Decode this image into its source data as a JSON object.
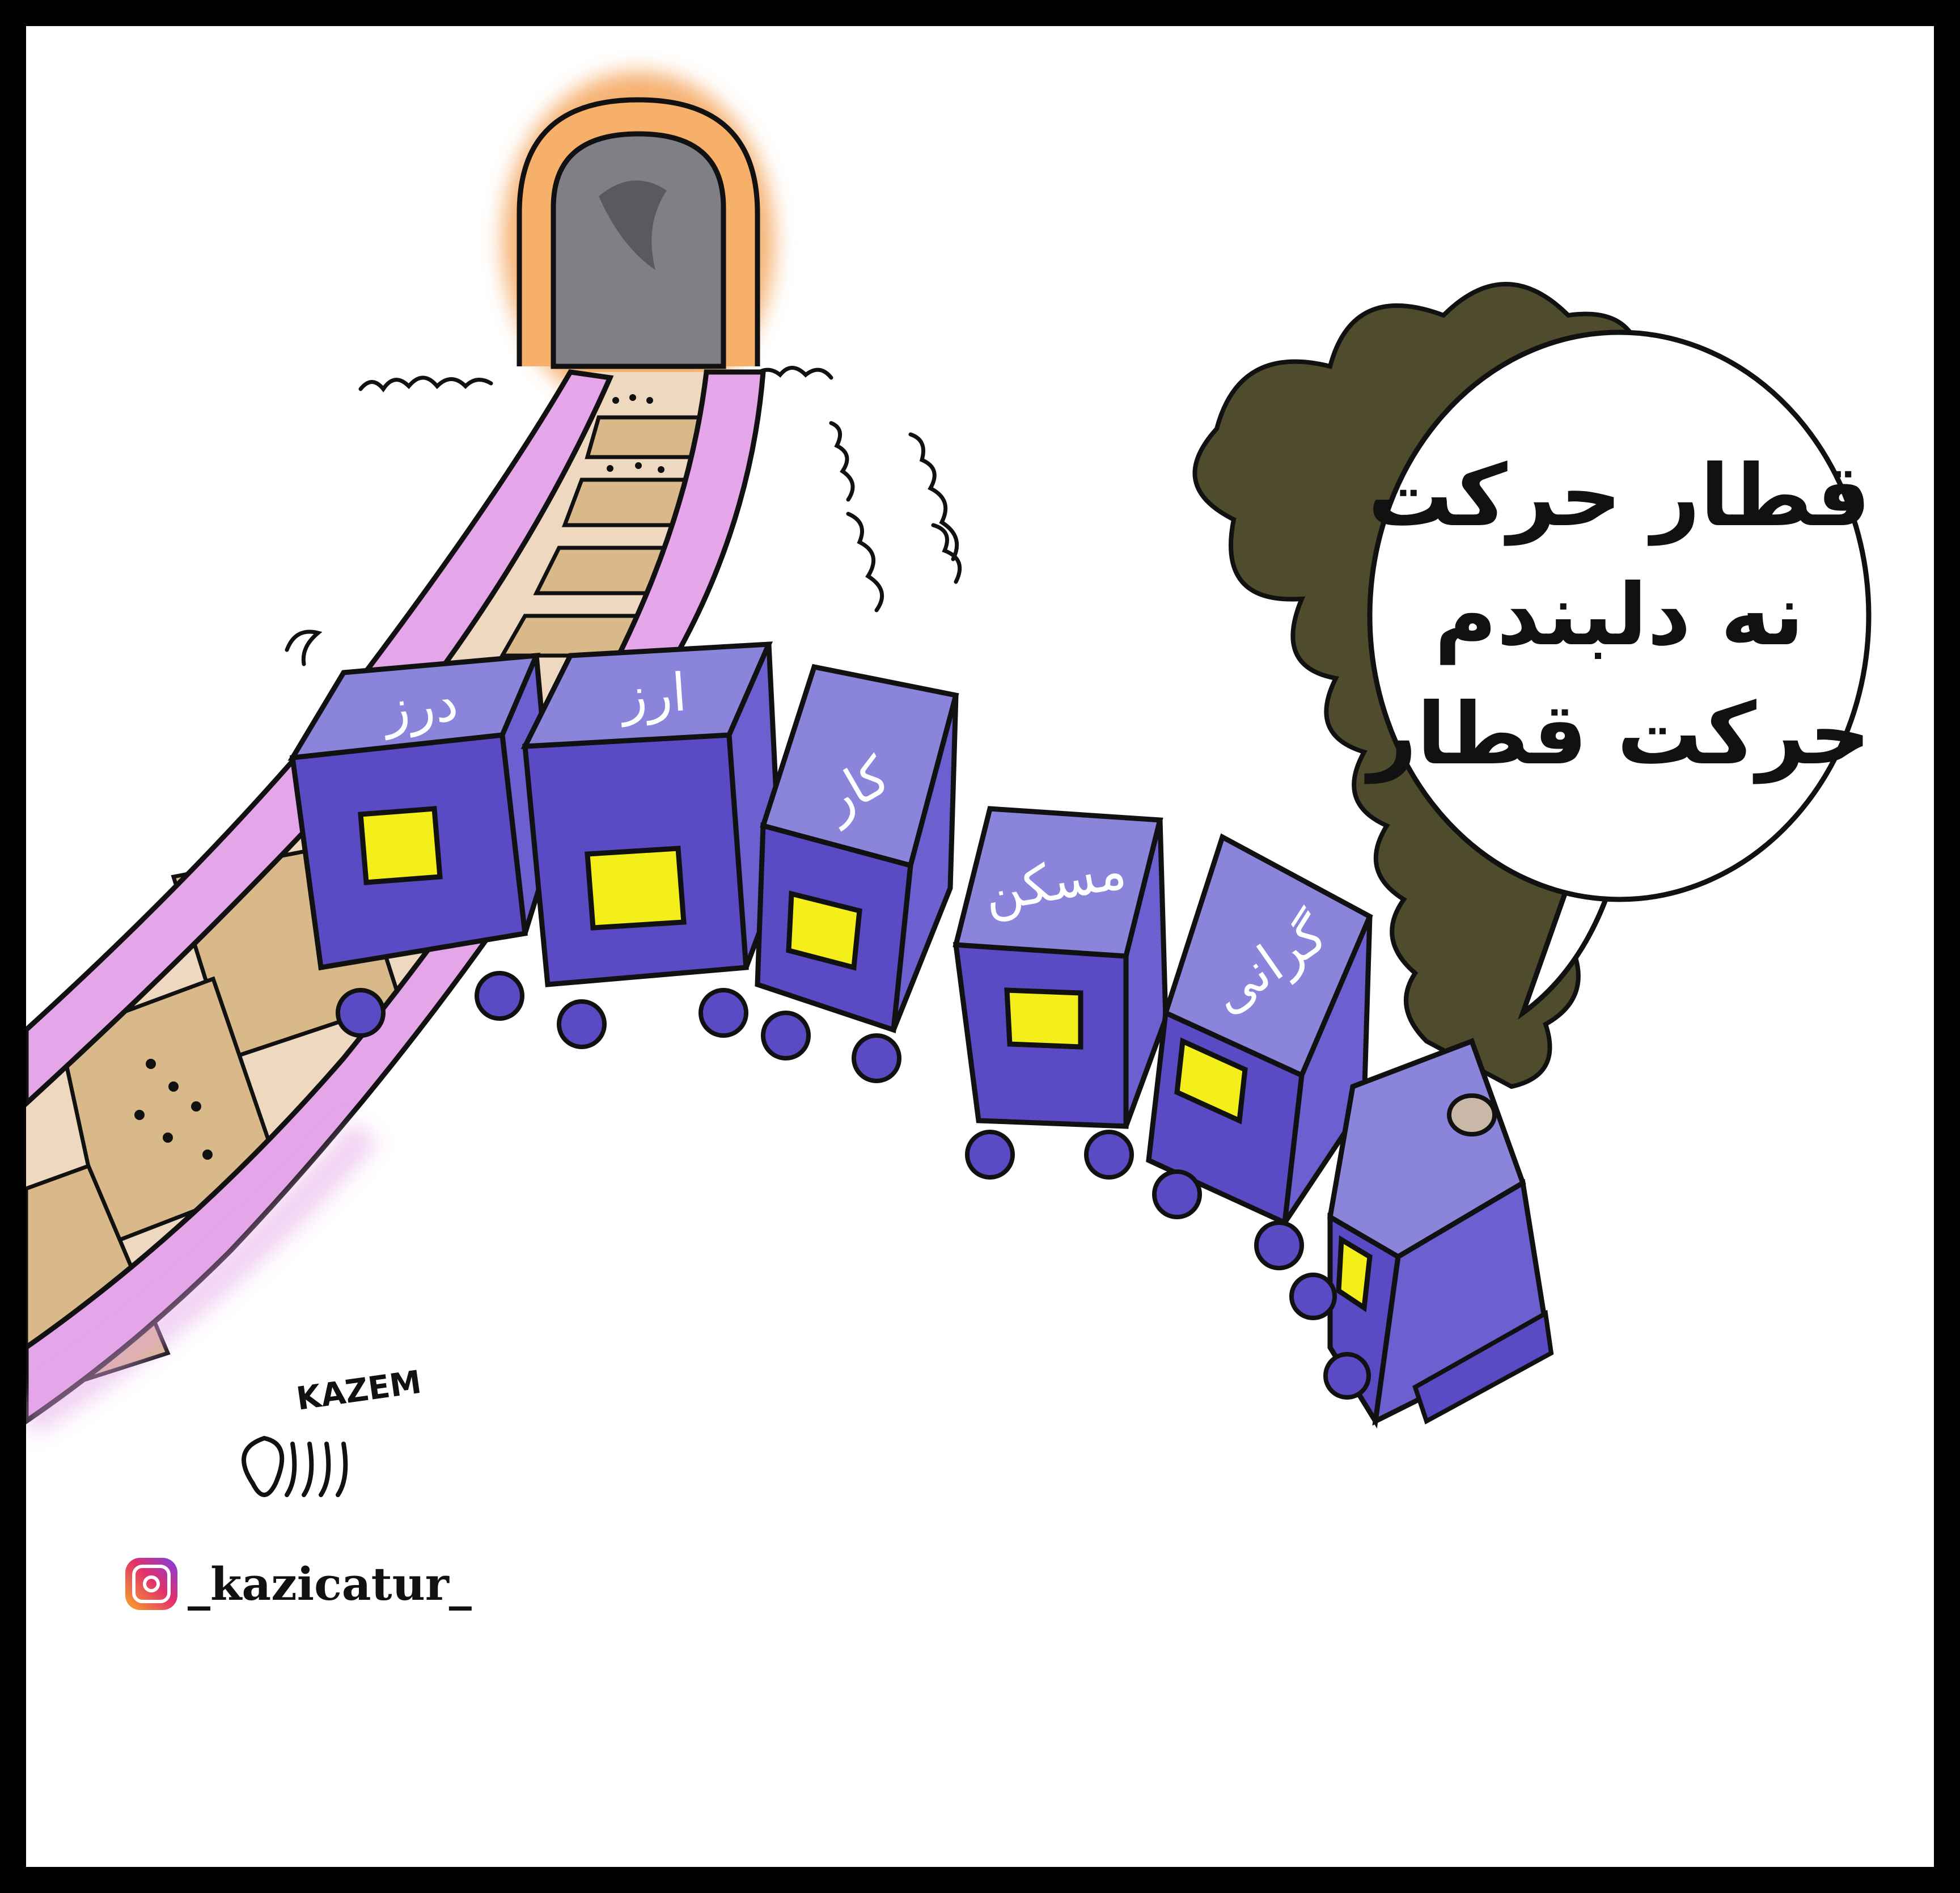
{
  "cars": [
    {
      "label": "درز"
    },
    {
      "label": "ارز"
    },
    {
      "label": "کار"
    },
    {
      "label": "مسکن"
    },
    {
      "label": "گرانی"
    }
  ],
  "speech_bubble": {
    "lines": [
      "قطار حرکت",
      "نه دلبندم",
      "حرکت قطار"
    ]
  },
  "signature": "KAZEM",
  "credit": {
    "icon": "instagram-icon",
    "handle": "_kazicatur_"
  },
  "colors": {
    "car_body": "#8b84db",
    "car_dark": "#5a4bc4",
    "window": "#f4ee1a",
    "rail": "#e4a6e8",
    "sleeper": "#d9b88a",
    "smoke": "#4f4c2e",
    "tunnel_ring": "#f4a45a",
    "tunnel": "#807f86"
  }
}
